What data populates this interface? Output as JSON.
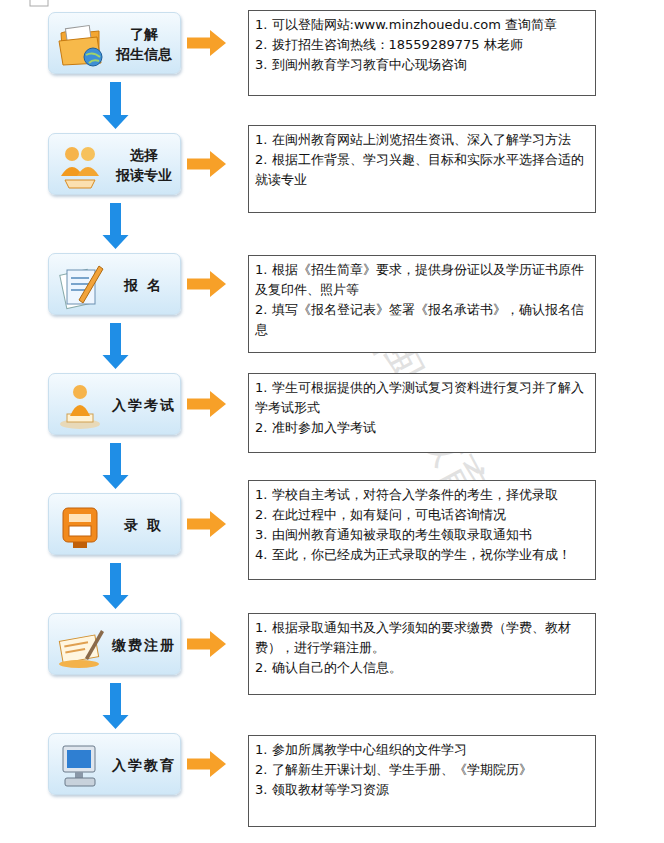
{
  "diagram": {
    "nodes": [
      {
        "text": [
          "了解 招生信息"
        ]
      },
      {
        "text": [
          "选择 报读专业"
        ]
      },
      {
        "text": [
          "报 名"
        ]
      },
      {
        "text": [
          "入学考试"
        ]
      },
      {
        "text": [
          "录 取"
        ]
      },
      {
        "text": [
          "缴费注册"
        ]
      },
      {
        "text": [
          "入学教育"
        ]
      },
      {
        "text": [
          "1. 可以登陆网站:www.minzhouedu.com 查询简章",
          "2. 拨打招生咨询热线：18559289775 林老师",
          "3. 到闽州教育学习教育中心现场咨询"
        ]
      },
      {
        "text": [
          "1. 在闽州教育网站上浏览招生资讯、深入了解学习方法",
          "2. 根据工作背景、学习兴趣、目标和实际水平选择合适的就读专业"
        ]
      },
      {
        "text": [
          "1. 根据《招生简章》要求，提供身份证以及学历证书原件及复印件、照片等",
          "2. 填写《报名登记表》签署《报名承诺书》，确认报名信息"
        ]
      },
      {
        "text": [
          "1. 学生可根据提供的入学测试复习资料进行复习并了解入学考试形式",
          "2. 准时参加入学考试"
        ]
      },
      {
        "text": [
          "1. 学校自主考试，对符合入学条件的考生，择优录取",
          "2. 在此过程中，如有疑问，可电话咨询情况",
          "3. 由闽州教育通知被录取的考生领取录取通知书",
          "4. 至此，你已经成为正式录取的学生，祝你学业有成！"
        ]
      },
      {
        "text": [
          "1. 根据录取通知书及入学须知的要求缴费（学费、教材费），进行学籍注册。",
          "2. 确认自己的个人信息。"
        ]
      },
      {
        "text": [
          "1. 参加所属教学中心组织的文件学习",
          "2. 了解新生开课计划、学生手册、《学期院历》",
          "3. 领取教材等学习资源"
        ]
      }
    ],
    "edges": [
      {
        "from": 0,
        "to": 7,
        "arrow": "to"
      },
      {
        "from": 0,
        "to": 1,
        "arrow": "to"
      },
      {
        "from": 1,
        "to": 8,
        "arrow": "to"
      },
      {
        "from": 1,
        "to": 2,
        "arrow": "to"
      },
      {
        "from": 2,
        "to": 9,
        "arrow": "to"
      },
      {
        "from": 2,
        "to": 3,
        "arrow": "to"
      },
      {
        "from": 3,
        "to": 10,
        "arrow": "to"
      },
      {
        "from": 3,
        "to": 4,
        "arrow": "to"
      },
      {
        "from": 4,
        "to": 11,
        "arrow": "to"
      },
      {
        "from": 4,
        "to": 5,
        "arrow": "to"
      },
      {
        "from": 5,
        "to": 12,
        "arrow": "to"
      },
      {
        "from": 5,
        "to": 6,
        "arrow": "to"
      },
      {
        "from": 6,
        "to": 13,
        "arrow": "to"
      }
    ],
    "labels": [
      "闽州教育"
    ]
  }
}
